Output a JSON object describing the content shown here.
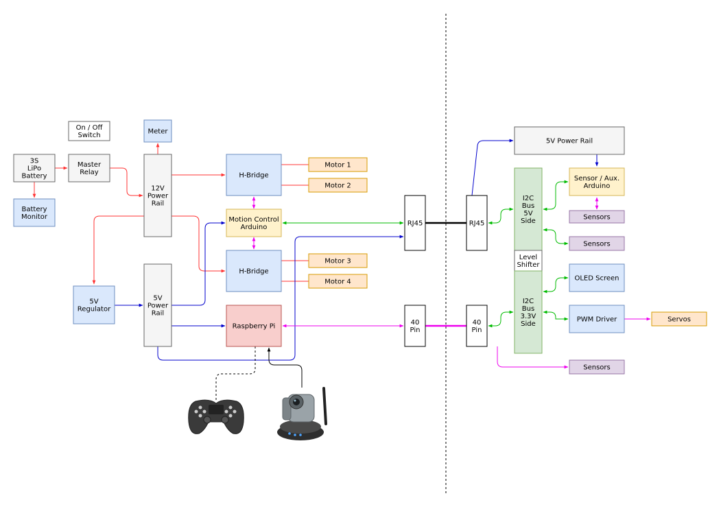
{
  "colors": {
    "gray_fill": "#f5f5f5",
    "gray_stroke": "#666666",
    "blue_fill": "#dae8fc",
    "blue_stroke": "#6c8ebf",
    "orange_fill": "#ffe6cc",
    "orange_stroke": "#d79b00",
    "yellow_fill": "#fff2cc",
    "yellow_stroke": "#d6b656",
    "red_fill": "#f8cecc",
    "red_stroke": "#b85450",
    "green_fill": "#d5e8d4",
    "green_stroke": "#82b366",
    "purple_fill": "#e1d5e7",
    "purple_stroke": "#9673a6",
    "wire_red": "#ff3333",
    "wire_blue": "#0000cc",
    "wire_green": "#00bb00",
    "wire_magenta": "#ee00ee",
    "wire_black": "#000000"
  },
  "nodes": {
    "battery": [
      "3S",
      "LiPo",
      "Battery"
    ],
    "battery_monitor": [
      "Battery",
      "Monitor"
    ],
    "on_off_switch": [
      "On / Off",
      "Switch"
    ],
    "master_relay": [
      "Master",
      "Relay"
    ],
    "meter": [
      "Meter"
    ],
    "rail_12v": [
      "12V",
      "Power",
      "Rail"
    ],
    "regulator_5v": [
      "5V",
      "Regulator"
    ],
    "rail_5v": [
      "5V",
      "Power",
      "Rail"
    ],
    "hbridge_top": [
      "H-Bridge"
    ],
    "hbridge_bottom": [
      "H-Bridge"
    ],
    "motion_control": [
      "Motion Control",
      "Arduino"
    ],
    "raspberry_pi": [
      "Raspberry Pi"
    ],
    "motor_1": [
      "Motor 1"
    ],
    "motor_2": [
      "Motor 2"
    ],
    "motor_3": [
      "Motor 3"
    ],
    "motor_4": [
      "Motor 4"
    ],
    "rj45_left": [
      "RJ45"
    ],
    "rj45_right": [
      "RJ45"
    ],
    "pin40_left": [
      "40",
      "Pin"
    ],
    "pin40_right": [
      "40",
      "Pin"
    ],
    "rail_5v_right": [
      "5V Power Rail"
    ],
    "i2c_5v": [
      "I2C",
      "Bus",
      "5V",
      "Side"
    ],
    "level_shifter": [
      "Level",
      "Shifter"
    ],
    "i2c_33v": [
      "I2C",
      "Bus",
      "3.3V",
      "Side"
    ],
    "sensor_aux": [
      "Sensor / Aux.",
      "Arduino"
    ],
    "sensors_1": [
      "Sensors"
    ],
    "sensors_2": [
      "Sensors"
    ],
    "sensors_3": [
      "Sensors"
    ],
    "oled_screen": [
      "OLED Screen"
    ],
    "pwm_driver": [
      "PWM Driver"
    ],
    "servos": [
      "Servos"
    ]
  },
  "icons": {
    "gamepad": "gamepad-icon",
    "camera": "webcam-icon"
  }
}
